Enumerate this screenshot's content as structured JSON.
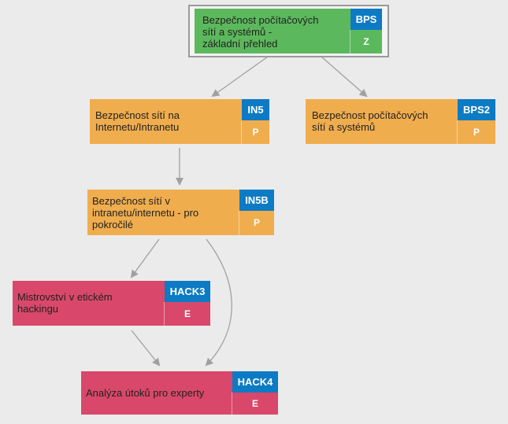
{
  "nodes": {
    "bps": {
      "title": "Bezpečnost počítačových\nsítí a systémů -\nzákladní přehled",
      "code": "BPS",
      "level": "Z"
    },
    "in5": {
      "title": "Bezpečnost sítí na\nInternetu/Intranetu",
      "code": "IN5",
      "level": "P"
    },
    "bps2": {
      "title": "Bezpečnost počítačových\nsítí a systémů",
      "code": "BPS2",
      "level": "P"
    },
    "in5b": {
      "title": "Bezpečnost sítí v\nintranetu/internetu  - pro\npokročilé",
      "code": "IN5B",
      "level": "P"
    },
    "hack3": {
      "title": "Mistrovství v etickém\nhackingu",
      "code": "HACK3",
      "level": "E"
    },
    "hack4": {
      "title": "Analýza útoků pro experty",
      "code": "HACK4",
      "level": "E"
    }
  },
  "colors": {
    "basic": "#5cb85c",
    "advanced": "#f0ad4e",
    "expert": "#d9486a",
    "code_badge": "#0d7bc4",
    "arrow": "#a0a0a0",
    "background": "#ebebeb"
  }
}
